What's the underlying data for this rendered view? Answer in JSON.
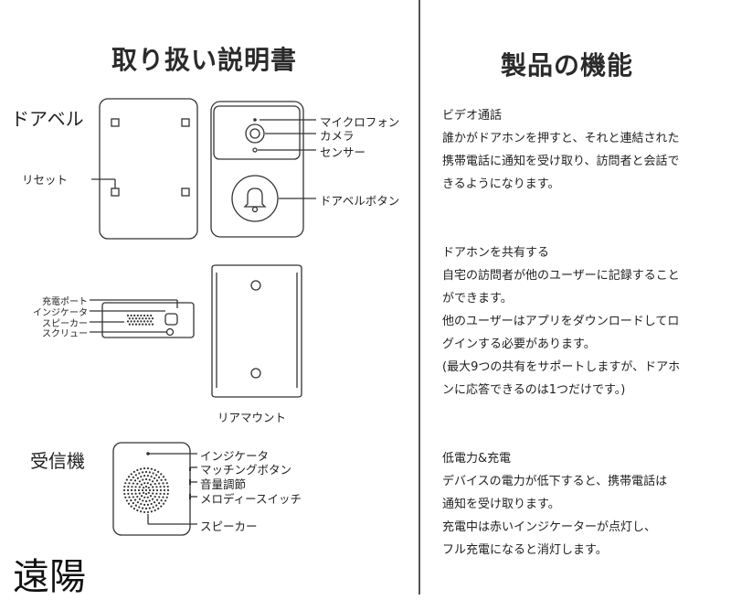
{
  "left_title": "取り扱い説明書",
  "right_title": "製品の機能",
  "doorbell": {
    "section": "ドアベル",
    "reset": "リセット",
    "mic": "マイクロフォン",
    "camera": "カメラ",
    "sensor": "センサー",
    "button": "ドアベルボタン",
    "side_labels": [
      "充電ポート",
      "インジケータ",
      "スピーカー",
      "スクリュー"
    ],
    "rear_mount": "リアマウント"
  },
  "receiver": {
    "section": "受信機",
    "labels": [
      "インジケータ",
      "マッチングボタン",
      "音量調節",
      "メロディースイッチ",
      "スピーカー"
    ]
  },
  "features": [
    {
      "heading": "ビデオ通話",
      "lines": [
        "誰かがドアホンを押すと、それと連結された",
        "携帯電話に通知を受け取り、訪問者と会話で",
        "きるようになります。"
      ]
    },
    {
      "heading": "ドアホンを共有する",
      "lines": [
        "自宅の訪問者が他のユーザーに記録すること",
        "ができます。",
        "他のユーザーはアプリをダウンロードしてロ",
        "グインする必要があります。",
        "(最大9つの共有をサポートしますが、ドアホ",
        "ンに応答できるのは1つだけです。)"
      ]
    },
    {
      "heading": "低電力&充電",
      "lines": [
        "デバイスの電力が低下すると、携帯電話は",
        "通知を受け取ります。",
        "充電中は赤いインジケーターが点灯し、",
        "フル充電になると消灯します。"
      ]
    }
  ],
  "brand": "遠陽"
}
